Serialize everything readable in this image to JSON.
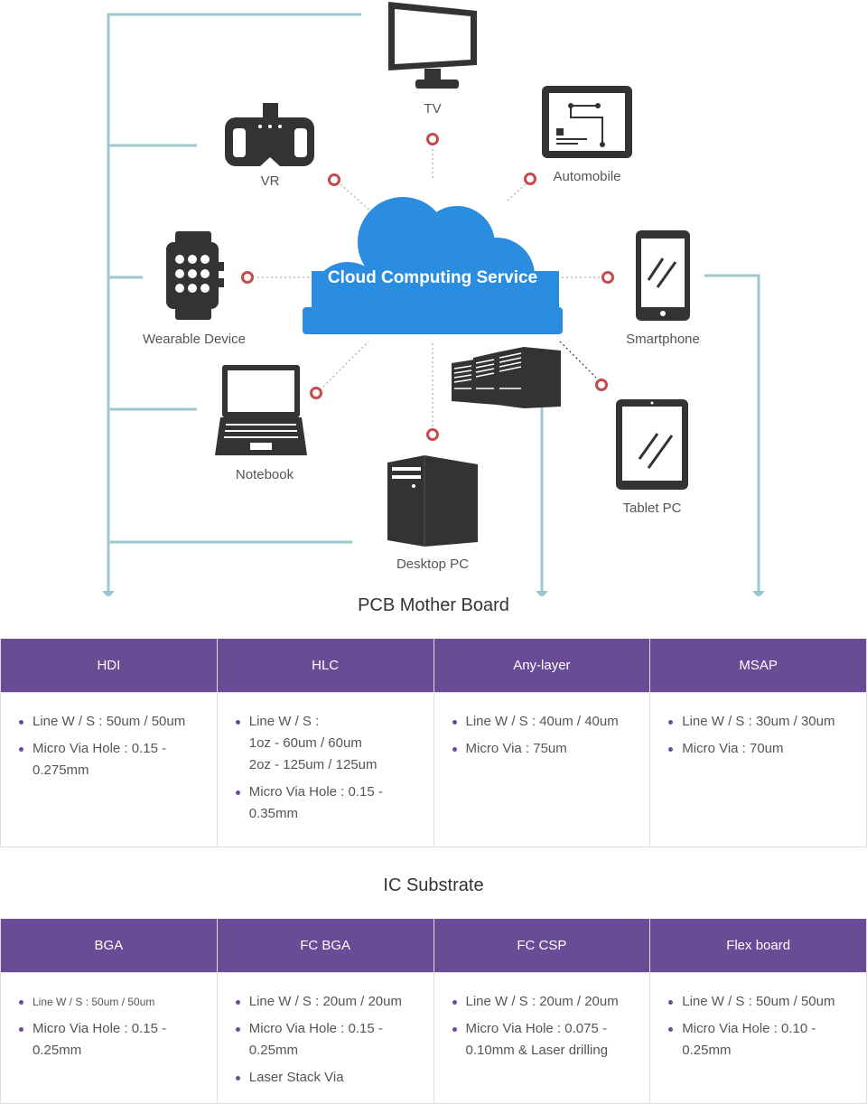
{
  "cloud": {
    "label": "Cloud Computing Service"
  },
  "devices": {
    "tv": "TV",
    "vr": "VR",
    "automobile": "Automobile",
    "wearable": "Wearable Device",
    "smartphone": "Smartphone",
    "notebook": "Notebook",
    "tablet": "Tablet PC",
    "desktop": "Desktop PC"
  },
  "colors": {
    "purple": "#6a4b96",
    "cloud": "#2b8de0",
    "connector": "#9ec7d0",
    "node": "#c8494d",
    "icon": "#333333"
  },
  "pcb": {
    "title": "PCB Mother Board",
    "columns": [
      {
        "header": "HDI",
        "items": [
          "Line W / S : 50um / 50um",
          "Micro Via Hole : 0.15 - 0.275mm"
        ]
      },
      {
        "header": "HLC",
        "items": [
          "Line W / S :\n1oz - 60um / 60um\n2oz - 125um / 125um",
          "Micro Via Hole : 0.15 - 0.35mm"
        ]
      },
      {
        "header": "Any-layer",
        "items": [
          "Line W / S : 40um / 40um",
          "Micro Via : 75um"
        ]
      },
      {
        "header": "MSAP",
        "items": [
          "Line W / S : 30um / 30um",
          "Micro Via : 70um"
        ]
      }
    ]
  },
  "ic": {
    "title": "IC Substrate",
    "columns": [
      {
        "header": "BGA",
        "items": [
          "Line W / S : 50um / 50um",
          "Micro Via Hole : 0.15 - 0.25mm"
        ]
      },
      {
        "header": "FC BGA",
        "items": [
          "Line W / S : 20um / 20um",
          "Micro Via Hole : 0.15 - 0.25mm",
          "Laser Stack Via"
        ]
      },
      {
        "header": "FC CSP",
        "items": [
          "Line W / S : 20um / 20um",
          "Micro Via Hole : 0.075 - 0.10mm & Laser drilling"
        ]
      },
      {
        "header": "Flex board",
        "items": [
          "Line W / S : 50um / 50um",
          "Micro Via Hole : 0.10 - 0.25mm"
        ]
      }
    ]
  }
}
